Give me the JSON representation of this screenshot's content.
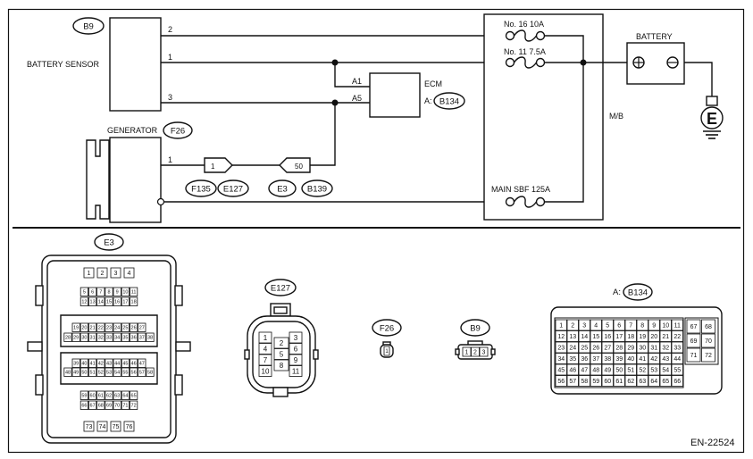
{
  "diagram_id": "EN-22524",
  "components": {
    "battery_sensor": {
      "label": "BATTERY SENSOR",
      "connector": "B9"
    },
    "generator": {
      "label": "GENERATOR",
      "connector": "F26"
    },
    "ecm": {
      "label": "ECM",
      "connector_prefix": "A:",
      "connector": "B134"
    },
    "mb": {
      "label": "M/B"
    },
    "battery": {
      "label": "BATTERY"
    }
  },
  "wires": {
    "bs_pin_2": "2",
    "bs_pin_1": "1",
    "bs_pin_3": "3",
    "gen_pin_1": "1",
    "ecm_pin_a1": "A1",
    "ecm_pin_a5": "A5",
    "inline_pin_1": "1",
    "inline_pin_50": "50"
  },
  "fuses": [
    {
      "label": "No. 16  10A"
    },
    {
      "label": "No. 11  7.5A"
    },
    {
      "label": "MAIN SBF  125A"
    }
  ],
  "inline_connectors": [
    "F135",
    "E127",
    "E3",
    "B139"
  ],
  "connector_views": {
    "e3": {
      "name": "E3",
      "rows": [
        [
          "1",
          "2",
          "3",
          "4"
        ],
        [
          "5",
          "6",
          "7",
          "8",
          "9",
          "10",
          "11"
        ],
        [
          "12",
          "13",
          "14",
          "15",
          "16",
          "17",
          "18"
        ],
        [
          "19",
          "20",
          "21",
          "22",
          "23",
          "24",
          "25",
          "26",
          "27"
        ],
        [
          "28",
          "29",
          "30",
          "31",
          "32",
          "33",
          "34",
          "35",
          "36",
          "37",
          "38"
        ],
        [
          "39",
          "40",
          "41",
          "42",
          "43",
          "44",
          "45",
          "46",
          "47"
        ],
        [
          "48",
          "49",
          "50",
          "51",
          "52",
          "53",
          "54",
          "55",
          "56",
          "57",
          "58"
        ],
        [
          "59",
          "60",
          "61",
          "62",
          "63",
          "64",
          "65"
        ],
        [
          "66",
          "67",
          "68",
          "69",
          "70",
          "71",
          "72"
        ],
        [
          "73",
          "74",
          "75",
          "76"
        ]
      ]
    },
    "e127": {
      "name": "E127",
      "left": [
        "1",
        "4",
        "7",
        "10"
      ],
      "center": [
        "2",
        "5",
        "8"
      ],
      "right": [
        "3",
        "6",
        "9",
        "11"
      ]
    },
    "f26": {
      "name": "F26",
      "pins": [
        "1"
      ]
    },
    "b9": {
      "name": "B9",
      "pins": [
        "1",
        "2",
        "3"
      ]
    },
    "b134": {
      "prefix": "A:",
      "name": "B134",
      "rows": [
        [
          "1",
          "2",
          "3",
          "4",
          "5",
          "6",
          "7",
          "8",
          "9",
          "10",
          "11"
        ],
        [
          "12",
          "13",
          "14",
          "15",
          "16",
          "17",
          "18",
          "19",
          "20",
          "21",
          "22"
        ],
        [
          "23",
          "24",
          "25",
          "26",
          "27",
          "28",
          "29",
          "30",
          "31",
          "32",
          "33"
        ],
        [
          "34",
          "35",
          "36",
          "37",
          "38",
          "39",
          "40",
          "41",
          "42",
          "43",
          "44"
        ],
        [
          "45",
          "46",
          "47",
          "48",
          "49",
          "50",
          "51",
          "52",
          "53",
          "54",
          "55"
        ],
        [
          "56",
          "57",
          "58",
          "59",
          "60",
          "61",
          "62",
          "63",
          "64",
          "65",
          "66"
        ]
      ],
      "side": [
        [
          "67",
          "68"
        ],
        [
          "69",
          "70"
        ],
        [
          "71",
          "72"
        ]
      ]
    }
  }
}
